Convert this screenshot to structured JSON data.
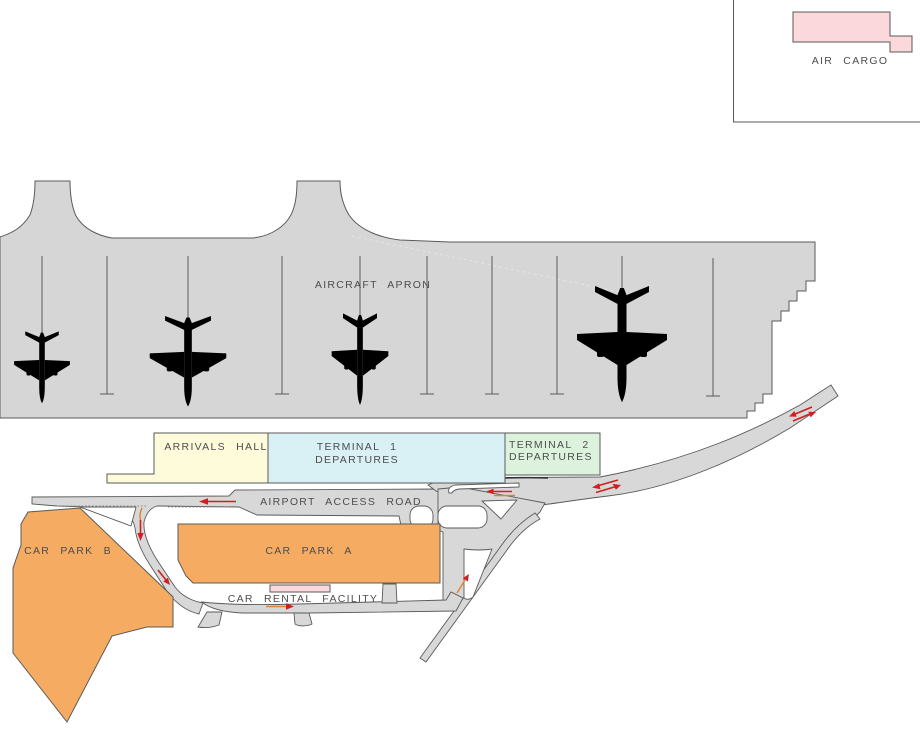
{
  "map": {
    "labels": {
      "air_cargo": "AIR CARGO",
      "aircraft_apron": "AIRCRAFT APRON",
      "arrivals_hall": "ARRIVALS HALL",
      "terminal1_line1": "TERMINAL 1",
      "terminal1_line2": "DEPARTURES",
      "terminal2_line1": "TERMINAL 2",
      "terminal2_line2": "DEPARTURES",
      "airport_access_road": "AIRPORT ACCESS ROAD",
      "car_park_a": "CAR PARK A",
      "car_park_b": "CAR PARK B",
      "car_rental_facility": "CAR RENTAL FACILITY"
    },
    "stands": {
      "total": 10,
      "occupied_by_aircraft": 4
    },
    "colors": {
      "apron": "#d6d6d6",
      "road": "#d8d8d8",
      "outline": "#5a5a5a",
      "arrivals": "#fdfbda",
      "terminal1": "#d9f1f5",
      "terminal2": "#ddf2dd",
      "carpark": "#f5ac62",
      "cargo": "#fbd8dc",
      "aircraft": "#4a4ae0",
      "arrow": "#d01f1f",
      "arrow2": "#e08030"
    }
  }
}
